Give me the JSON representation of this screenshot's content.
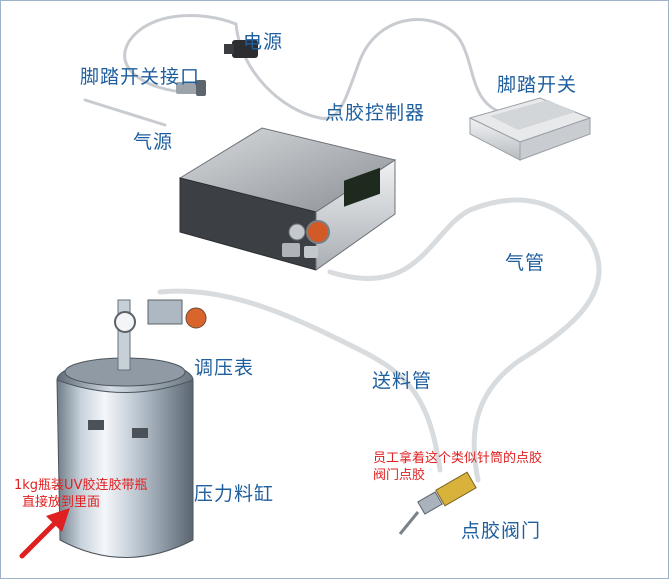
{
  "labels": {
    "power": "电源",
    "foot_switch_port": "脚踏开关接口",
    "air_source": "气源",
    "controller": "点胶控制器",
    "foot_switch": "脚踏开关",
    "air_hose": "气管",
    "pressure_gauge": "调压表",
    "feed_tube": "送料管",
    "pressure_tank": "压力料缸",
    "dispense_valve": "点胶阀门"
  },
  "notes": {
    "worker_line1": "员工拿着这个类似针筒的点胶",
    "worker_line2": "阀门点胶",
    "bottle_line1": "1kg瓶装UV胶连胶带瓶",
    "bottle_line2": "直接放到里面"
  },
  "colors": {
    "label_text": "#1f5f9e",
    "note_text": "#e02020",
    "arrow": "#e02020",
    "frame": "#9fb3c8"
  }
}
